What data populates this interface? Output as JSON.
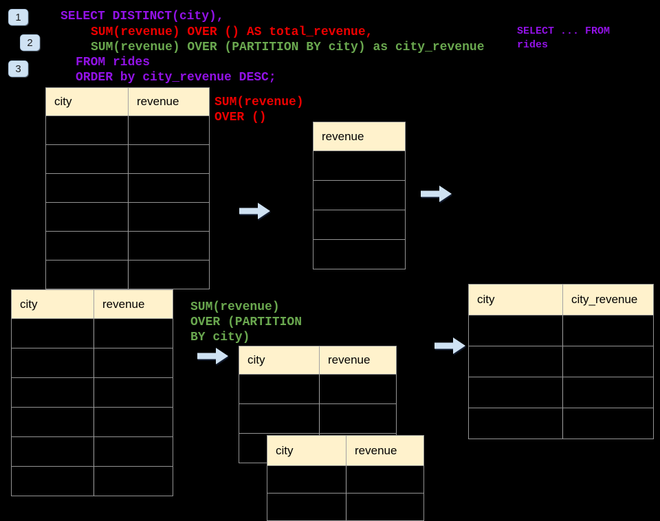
{
  "colors": {
    "background": "#000000",
    "sql_purple": "#9212e6",
    "sql_red": "#ee0000",
    "sql_green": "#6aa84f",
    "table_header_fill": "#fff2cc",
    "table_border": "#949494",
    "badge_fill": "#cfe2f3",
    "arrow_fill": "#cfe2f3"
  },
  "step_badges": [
    {
      "label": "1"
    },
    {
      "label": "2"
    },
    {
      "label": "3"
    }
  ],
  "sql_code": {
    "lines": [
      {
        "text": "SELECT DISTINCT(city),",
        "color": "purple"
      },
      {
        "text": "SUM(revenue) OVER () AS total_revenue,",
        "color": "red"
      },
      {
        "text": "SUM(revenue) OVER (PARTITION BY city) as city_revenue",
        "color": "green"
      },
      {
        "text": "FROM rides",
        "color": "purple"
      },
      {
        "text": "ORDER by city_revenue DESC;",
        "color": "purple"
      }
    ]
  },
  "side_note": {
    "lines": [
      "SELECT ... FROM",
      "rides"
    ]
  },
  "annotations": {
    "total_over": {
      "lines": [
        "SUM(revenue)",
        "OVER ()"
      ]
    },
    "partition_over": {
      "lines": [
        "SUM(revenue)",
        "OVER (PARTITION",
        "BY city)"
      ]
    }
  },
  "tables": {
    "source_top": {
      "headers": [
        "city",
        "revenue"
      ],
      "body_rows": 6
    },
    "total_result": {
      "headers": [
        "revenue"
      ],
      "body_rows": 4
    },
    "source_bottom": {
      "headers": [
        "city",
        "revenue"
      ],
      "body_rows": 6
    },
    "partition_group_a": {
      "headers": [
        "city",
        "revenue"
      ],
      "body_rows": 3
    },
    "partition_group_b": {
      "headers": [
        "city",
        "revenue"
      ],
      "body_rows": 2
    },
    "partition_result": {
      "headers": [
        "city",
        "city_revenue"
      ],
      "body_rows": 4
    }
  },
  "icons": {
    "flow_arrow": "block-arrow-right"
  }
}
